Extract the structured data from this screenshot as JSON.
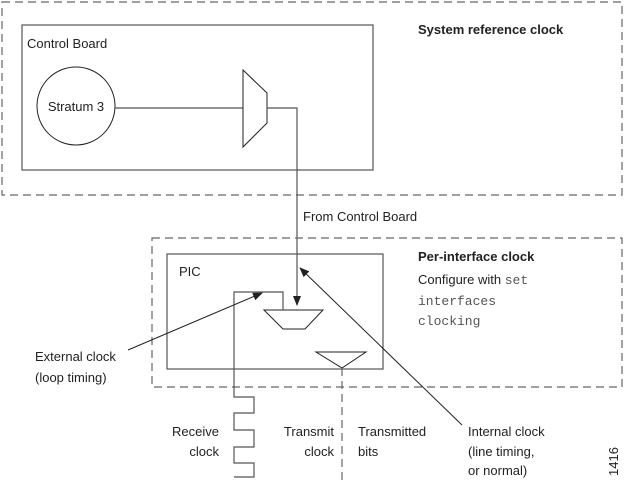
{
  "system_box": {
    "title": "System reference clock"
  },
  "control_board": {
    "label": "Control Board",
    "source": "Stratum 3"
  },
  "from_control_board": "From Control Board",
  "interface_box": {
    "title": "Per-interface clock",
    "configure_prefix": "Configure with",
    "command_1": "set",
    "command_2": "interfaces",
    "command_3": "clocking"
  },
  "pic": {
    "label": "PIC"
  },
  "labels": {
    "external_1": "External clock",
    "external_2": "(loop timing)",
    "receive_1": "Receive",
    "receive_2": "clock",
    "transmit_1": "Transmit",
    "transmit_2": "clock",
    "transmitted_1": "Transmitted",
    "transmitted_2": "bits",
    "internal_1": "Internal clock",
    "internal_2": "(line timing,",
    "internal_3": "or normal)"
  },
  "figure_id": "1416"
}
